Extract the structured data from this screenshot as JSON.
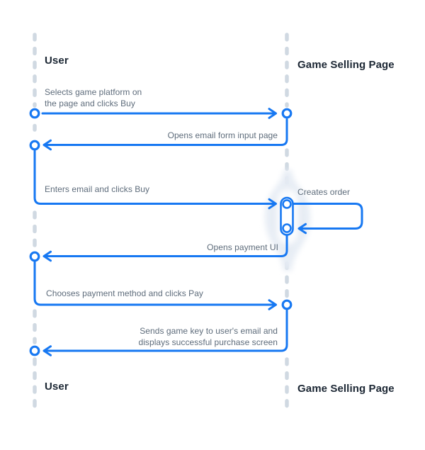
{
  "diagram": {
    "type": "sequence",
    "participants": [
      {
        "id": "user",
        "label": "User"
      },
      {
        "id": "game-selling-page",
        "label": "Game Selling Page"
      }
    ],
    "messages": [
      {
        "from": "user",
        "to": "game-selling-page",
        "direction": "right",
        "lines": [
          "Selects game platform on",
          "the page and clicks Buy"
        ]
      },
      {
        "from": "game-selling-page",
        "to": "user",
        "direction": "left",
        "lines": [
          "Opens email form input page"
        ]
      },
      {
        "from": "user",
        "to": "game-selling-page",
        "direction": "right",
        "lines": [
          "Enters email and clicks Buy"
        ]
      },
      {
        "from": "game-selling-page",
        "to": "game-selling-page",
        "direction": "self",
        "lines": [
          "Creates order"
        ]
      },
      {
        "from": "game-selling-page",
        "to": "user",
        "direction": "left",
        "lines": [
          "Opens payment UI"
        ]
      },
      {
        "from": "user",
        "to": "game-selling-page",
        "direction": "right",
        "lines": [
          "Chooses payment method and clicks Pay"
        ]
      },
      {
        "from": "game-selling-page",
        "to": "user",
        "direction": "left",
        "lines": [
          "Sends game key to user's email and",
          "displays successful purchase screen"
        ]
      }
    ],
    "colors": {
      "blue": "#1778F2",
      "lifeline": "#D0D9E2",
      "heading": "#1C2734",
      "label": "#5E6C7B",
      "glow": "#E6ECF4"
    }
  }
}
